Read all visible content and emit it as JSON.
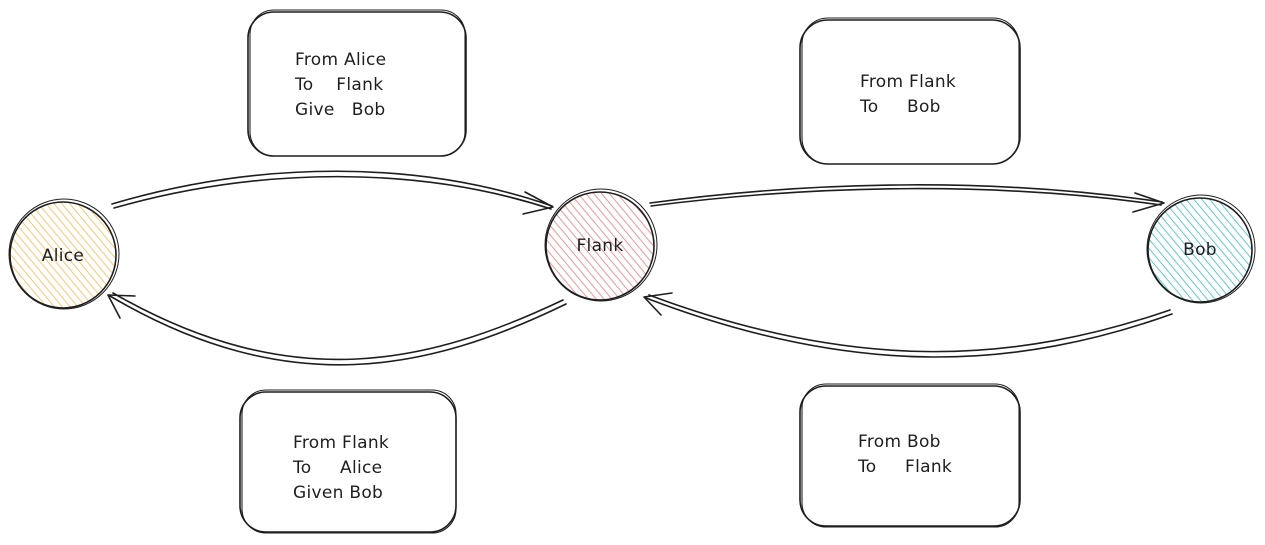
{
  "colors": {
    "alice": "#f7c35f",
    "flank": "#f08a8a",
    "bob": "#4fc3cf",
    "request_card": "#f2a56b",
    "response_card": "#7cc13a",
    "stroke": "#1e1e1e"
  },
  "nodes": {
    "alice": {
      "label": "Alice"
    },
    "flank": {
      "label": "Flank"
    },
    "bob": {
      "label": "Bob"
    }
  },
  "cards": {
    "alice_to_flank": {
      "lines": [
        "From Alice",
        "To    Flank",
        "Give   Bob"
      ]
    },
    "flank_to_bob": {
      "lines": [
        "From Flank",
        "To     Bob"
      ]
    },
    "flank_to_alice": {
      "lines": [
        "From Flank",
        "To     Alice",
        "Given Bob"
      ]
    },
    "bob_to_flank": {
      "lines": [
        "From Bob",
        "To     Flank"
      ]
    }
  }
}
